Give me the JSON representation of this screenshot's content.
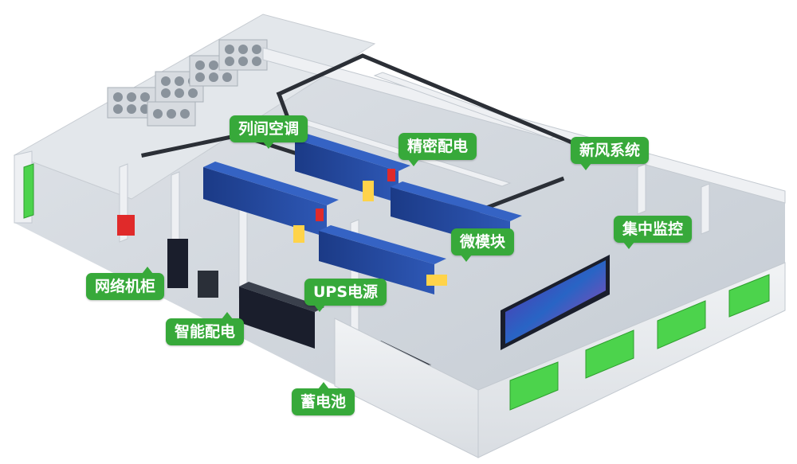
{
  "labels": {
    "row_ac": "列间空调",
    "precision_pdu": "精密配电",
    "fresh_air": "新风系统",
    "central_monitor": "集中监控",
    "micro_module": "微模块",
    "network_cabinet": "网络机柜",
    "smart_pdu": "智能配电",
    "ups": "UPS电源",
    "battery": "蓄电池"
  },
  "colors": {
    "callout": "#37a93a",
    "rack": "#1d3f8a",
    "rack_dark": "#1a1e2c",
    "wall": "#e8ebee",
    "floor": "#cfd5db",
    "window": "#4cd34c",
    "cold_aisle": "#ffd34a",
    "alarm_red": "#e02a2a"
  },
  "icons": {
    "condenser": "rooftop-condenser-fan-icon",
    "rack": "server-rack-icon",
    "battery": "battery-cell-icon",
    "monitor": "video-wall-icon"
  }
}
